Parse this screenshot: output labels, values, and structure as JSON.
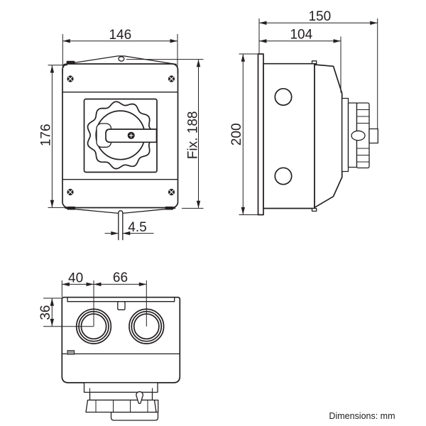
{
  "colors": {
    "ink": "#242021",
    "background": "#ffffff",
    "vent_fill": "#9b9fa1"
  },
  "footer": {
    "note": "Dimensions: mm"
  },
  "views": {
    "front": {
      "dims": {
        "width": "146",
        "height": "176",
        "fixing_height": "Fix. 188",
        "slot_width": "4.5"
      }
    },
    "side": {
      "dims": {
        "depth_total": "150",
        "body_depth": "104",
        "height": "200"
      }
    },
    "bottom": {
      "dims": {
        "entry_offset": "40",
        "entry_spacing": "66",
        "entry_depth": "36"
      }
    }
  }
}
